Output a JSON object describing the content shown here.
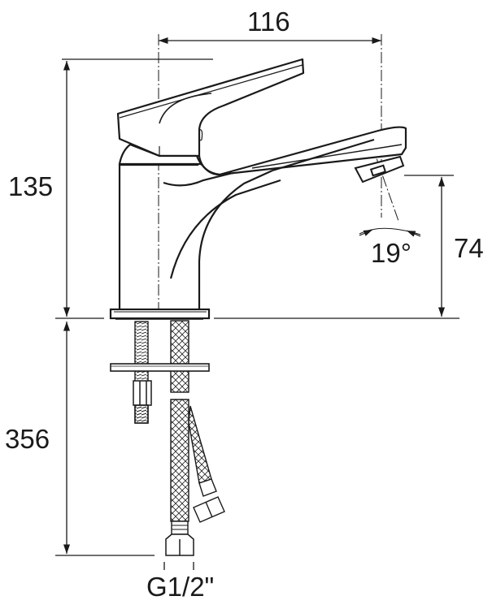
{
  "drawing": {
    "subject": "Single-lever basin faucet technical dimension drawing",
    "line_color": "#1a1a1a",
    "background": "#ffffff"
  },
  "dimensions": {
    "spout_reach": {
      "value": "116",
      "unit": "mm"
    },
    "body_height": {
      "value": "135",
      "unit": "mm"
    },
    "spout_outlet_height": {
      "value": "74",
      "unit": "mm"
    },
    "spout_angle": {
      "value": "19°",
      "unit": "deg"
    },
    "hose_length": {
      "value": "356",
      "unit": "mm"
    },
    "connection_thread": {
      "value": "G1/2\""
    }
  },
  "components": [
    {
      "name": "lever-handle"
    },
    {
      "name": "faucet-body"
    },
    {
      "name": "spout"
    },
    {
      "name": "aerator"
    },
    {
      "name": "base-plate"
    },
    {
      "name": "threaded-rod"
    },
    {
      "name": "mounting-washer"
    },
    {
      "name": "fixing-nut"
    },
    {
      "name": "braided-hose-main"
    },
    {
      "name": "braided-hose-secondary"
    },
    {
      "name": "hose-nut"
    }
  ]
}
